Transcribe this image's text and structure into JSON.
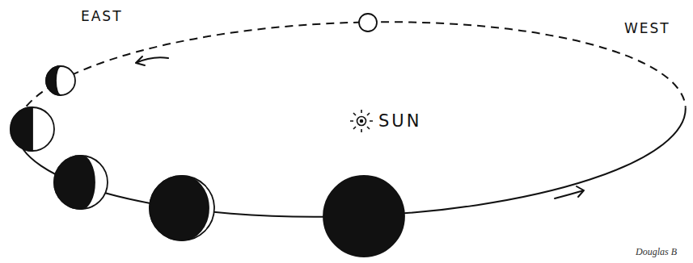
{
  "diagram": {
    "labels": [
      "EAST",
      "WEST",
      "SUN",
      "Douglas B"
    ]
  }
}
